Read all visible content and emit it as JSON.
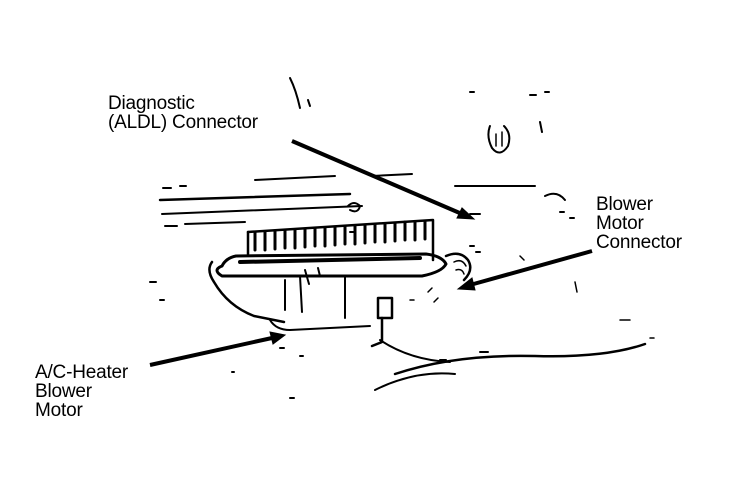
{
  "labels": {
    "diagnostic_connector": [
      "Diagnostic",
      "(ALDL) Connector"
    ],
    "blower_motor_connector": [
      "Blower",
      "Motor",
      "Connector"
    ],
    "ac_heater_blower_motor": [
      "A/C-Heater",
      "Blower",
      "Motor"
    ]
  },
  "colors": {
    "ink": "#000000",
    "background": "#ffffff"
  }
}
